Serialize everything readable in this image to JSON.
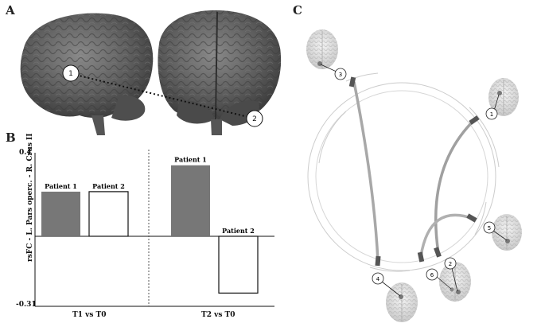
{
  "panels": {
    "a": "A",
    "b": "B",
    "c": "C"
  },
  "brain_markers": [
    "1",
    "2"
  ],
  "chart_data": {
    "type": "bar",
    "ylabel": "rsFC - L. Pars operc. - R. Crus II",
    "ylim": [
      -0.31,
      0.4
    ],
    "yticks": [
      "0.4",
      "-0.31"
    ],
    "groups": [
      {
        "label": "T1 vs T0",
        "bars": [
          {
            "name": "Patient 1",
            "value": 0.22,
            "fill": "filled"
          },
          {
            "name": "Patient 2",
            "value": 0.22,
            "fill": "empty"
          }
        ]
      },
      {
        "label": "T2 vs T0",
        "bars": [
          {
            "name": "Patient 1",
            "value": 0.35,
            "fill": "filled"
          },
          {
            "name": "Patient 2",
            "value": -0.28,
            "fill": "empty"
          }
        ]
      }
    ]
  },
  "connectogram_nodes": [
    "1",
    "2",
    "3",
    "4",
    "5",
    "6"
  ],
  "colors": {
    "filled_bar": "#777777",
    "connection": "#999999",
    "ring": "#cccccc",
    "brain": "#5a5a5a"
  }
}
